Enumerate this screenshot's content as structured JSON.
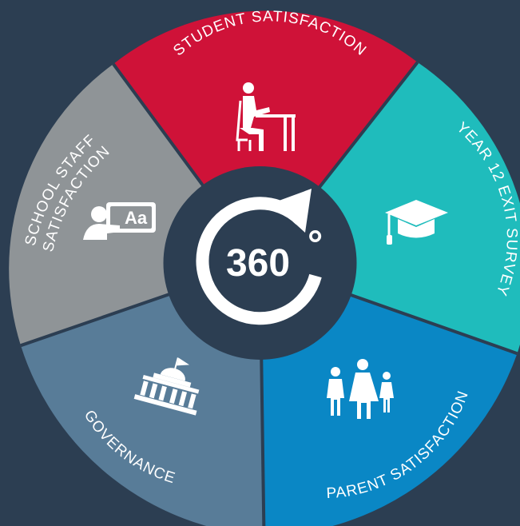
{
  "background": "#2c3e52",
  "center": {
    "label": "360",
    "degree_symbol": "°",
    "icon": "rotate-clockwise-icon",
    "color": "#2c3e52"
  },
  "segments": [
    {
      "id": "student-satisfaction",
      "label": "STUDENT SATISFACTION",
      "color": "#cf1238",
      "icon": "student-at-desk-icon"
    },
    {
      "id": "year12-exit-survey",
      "label": "YEAR 12 EXIT SURVEY",
      "color": "#1fbcbc",
      "icon": "graduation-cap-icon"
    },
    {
      "id": "parent-satisfaction",
      "label": "PARENT SATISFACTION",
      "color": "#0a87c5",
      "icon": "family-icon"
    },
    {
      "id": "governance",
      "label": "GOVERNANCE",
      "color": "#587c98",
      "icon": "capitol-building-icon"
    },
    {
      "id": "school-staff-satisfaction",
      "label_lines": [
        "SCHOOL STAFF",
        "SATISFACTION"
      ],
      "color": "#8f9497",
      "icon": "teacher-whiteboard-icon",
      "icon_text": "Aa"
    }
  ]
}
